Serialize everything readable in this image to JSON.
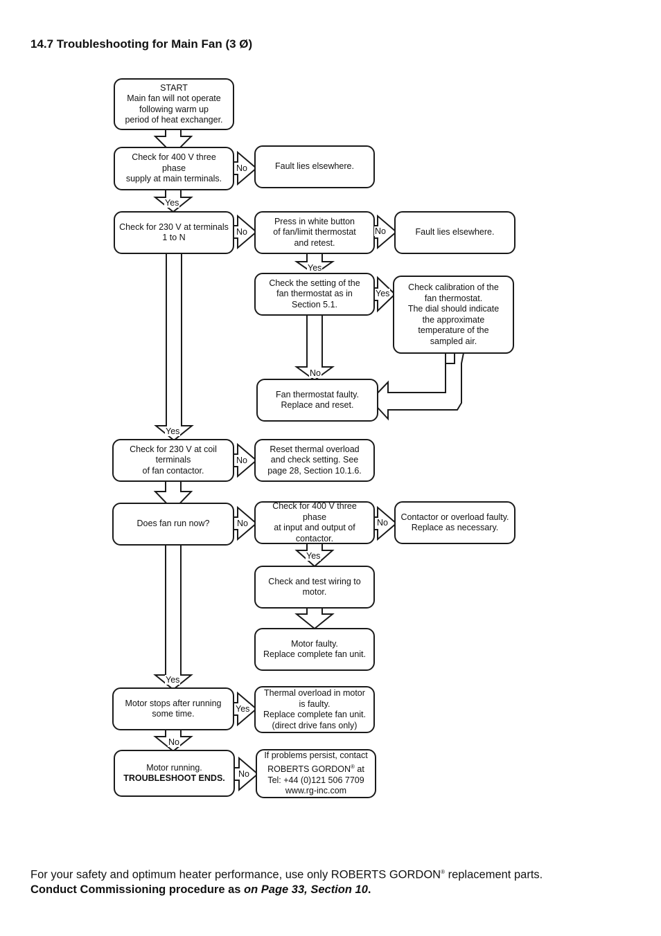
{
  "heading": "14.7 Troubleshooting for Main Fan (3 Ø)",
  "nodes": {
    "start": [
      "START",
      "Main fan will not operate",
      "following warm up",
      "period of heat exchanger."
    ],
    "check400": [
      "Check for 400 V three phase",
      "supply at main terminals."
    ],
    "fault1": [
      "Fault lies elsewhere."
    ],
    "check230": [
      "Check for 230 V at terminals",
      "1 to N"
    ],
    "press": [
      "Press in white button",
      "of fan/limit thermostat",
      "and retest."
    ],
    "fault2": [
      "Fault lies elsewhere."
    ],
    "setting": [
      "Check the setting of the",
      "fan thermostat as in",
      "Section 5.1."
    ],
    "calibration": [
      "Check calibration of the",
      "fan thermostat.",
      "The dial should indicate",
      "the approximate",
      "temperature of the",
      "sampled air."
    ],
    "fanthermo": [
      "Fan thermostat faulty.",
      "Replace and reset."
    ],
    "coil": [
      "Check for 230 V at coil",
      "terminals",
      "of fan contactor."
    ],
    "reset": [
      "Reset thermal overload",
      "and check setting. See",
      "page 28, Section 10.1.6."
    ],
    "fanrun": [
      "Does fan run now?"
    ],
    "check400b": [
      "Check for 400 V three phase",
      "at input and output of",
      "contactor."
    ],
    "contactor": [
      "Contactor or overload faulty.",
      "Replace as necessary."
    ],
    "wiring": [
      "Check and test wiring to",
      "motor."
    ],
    "motorfaulty": [
      "Motor faulty.",
      "Replace complete fan unit."
    ],
    "motorstops": [
      "Motor stops after running",
      "some time."
    ],
    "thermal": [
      "Thermal overload in motor",
      "is faulty.",
      "Replace complete fan unit.",
      "(direct drive fans only)"
    ],
    "running": [
      "Motor running.",
      "TROUBLESHOOT ENDS."
    ],
    "contact": [
      "If problems persist, contact",
      "ROBERTS GORDON",
      "®",
      " at",
      "Tel: +44 (0)121 506 7709",
      "www.rg-inc.com"
    ]
  },
  "labels": {
    "yes": "Yes",
    "no": "No"
  },
  "footer": {
    "line1_a": "For your safety and optimum heater performance, use only ROBERTS GORDON",
    "line1_reg": "®",
    "line1_b": " replacement parts.",
    "line2_a": "Conduct Commissioning procedure as ",
    "line2_b": "on Page 33, Section 10",
    "line2_c": "."
  }
}
